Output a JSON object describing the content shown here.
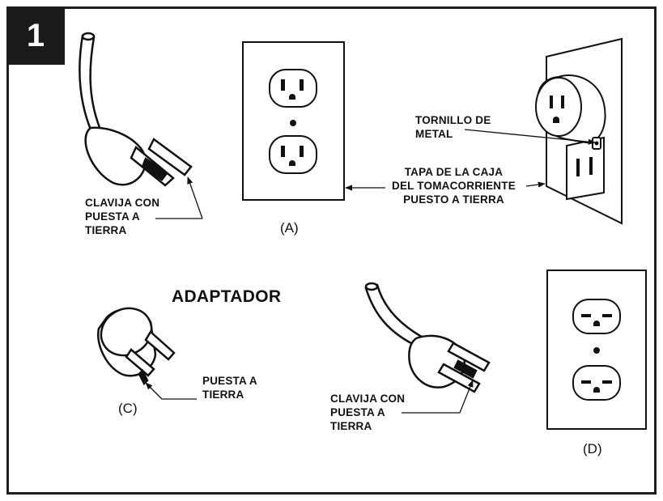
{
  "figure_number": "1",
  "labels": {
    "clavija_top": "CLAVIJA CON\nPUESTA A\nTIERRA",
    "tornillo": "TORNILLO DE\nMETAL",
    "tapa": "TAPA DE LA CAJA\nDEL TOMACORRIENTE\nPUESTO A TIERRA",
    "caption_a": "(A)",
    "adaptador": "ADAPTADOR",
    "puesta_tierra": "PUESTA A\nTIERRA",
    "caption_c": "(C)",
    "clavija_bottom": "CLAVIJA CON\nPUESTA A\nTIERRA",
    "caption_d": "(D)"
  }
}
